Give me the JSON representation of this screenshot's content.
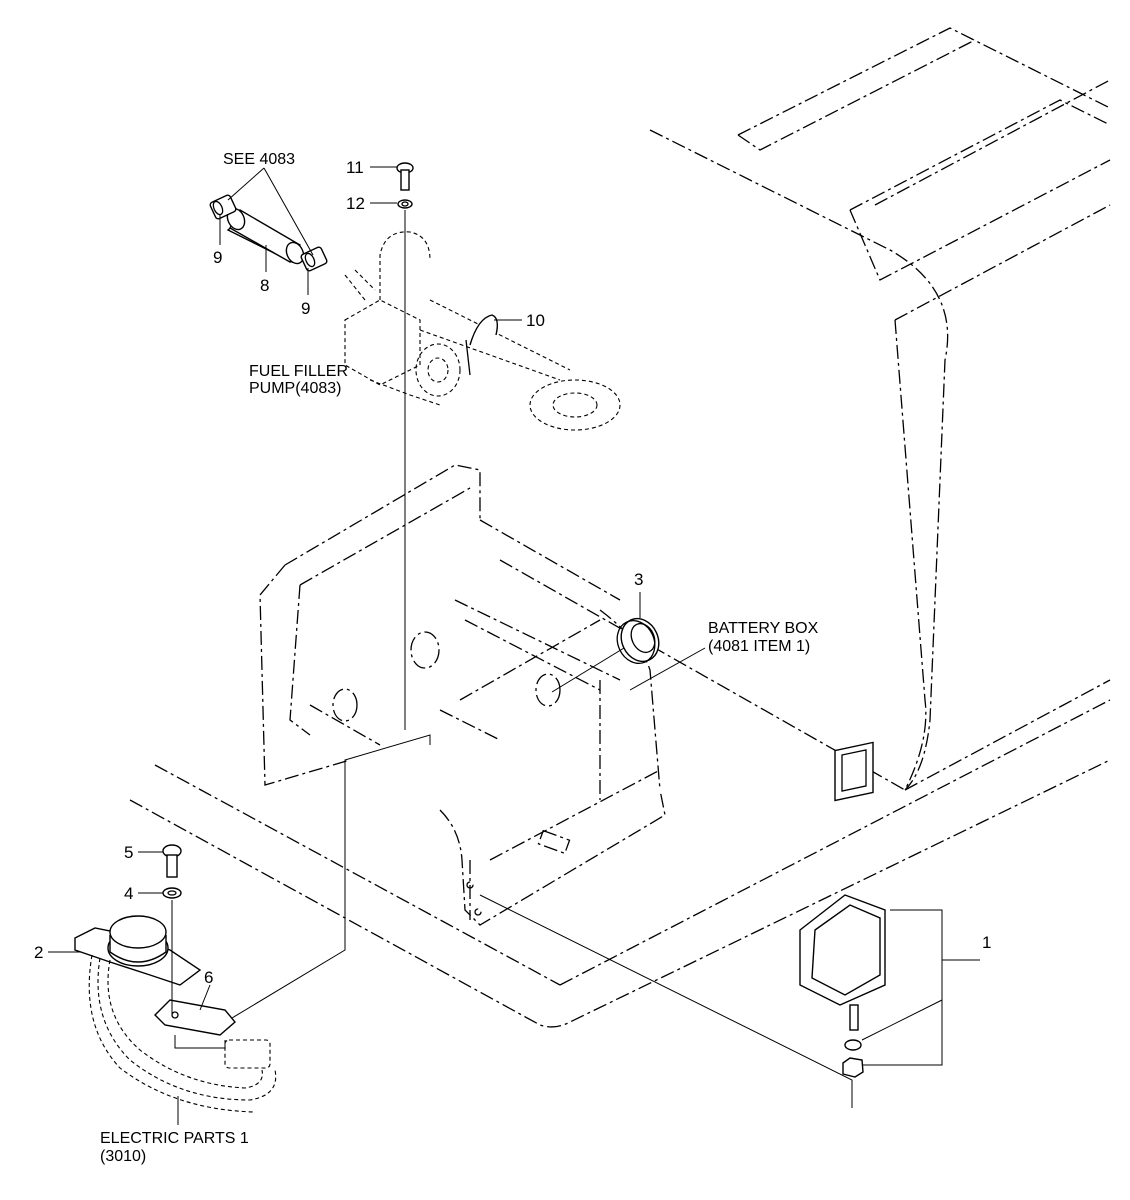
{
  "callouts": {
    "item1": "1",
    "item2": "2",
    "item3": "3",
    "item4": "4",
    "item5": "5",
    "item6": "6",
    "item8": "8",
    "item9a": "9",
    "item9b": "9",
    "item10": "10",
    "item11": "11",
    "item12": "12"
  },
  "notes": {
    "see_ref": "SEE 4083",
    "fuel_pump_line1": "FUEL FILLER",
    "fuel_pump_line2": "PUMP(4083)",
    "battery_box_line1": "BATTERY BOX",
    "battery_box_line2": "(4081 ITEM 1)",
    "electric_line1": "ELECTRIC PARTS 1",
    "electric_line2": "(3010)"
  }
}
